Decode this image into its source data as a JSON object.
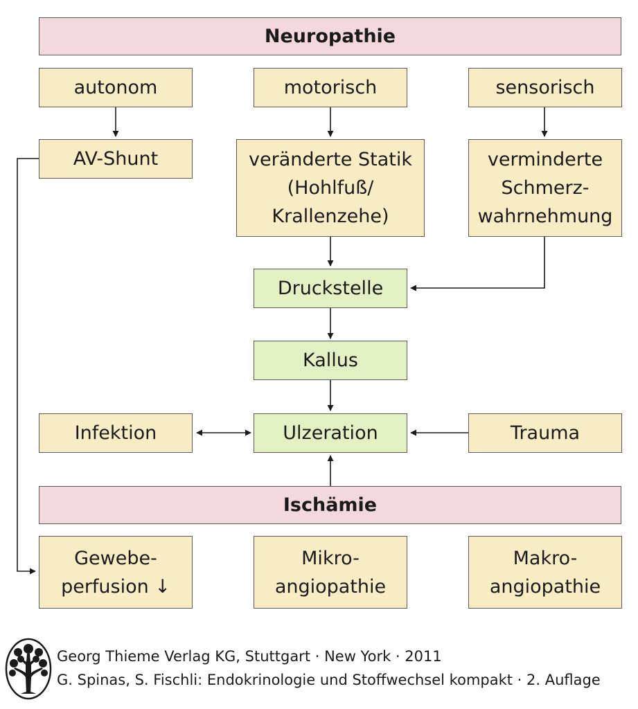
{
  "diagram": {
    "neuropathie": "Neuropathie",
    "autonom": "autonom",
    "motorisch": "motorisch",
    "sensorisch": "sensorisch",
    "av_shunt": "AV-Shunt",
    "statik": "veränderte Statik\n(Hohlfuß/\nKrallenzehe)",
    "schmerz": "verminderte\nSchmerz-\nwahrnehmung",
    "druckstelle": "Druckstelle",
    "kallus": "Kallus",
    "infektion": "Infektion",
    "ulzeration": "Ulzeration",
    "trauma": "Trauma",
    "ischaemie": "Ischämie",
    "gewebe": "Gewebe-\nperfusion ↓",
    "mikro": "Mikro-\nangiopathie",
    "makro": "Makro-\nangiopathie"
  },
  "footer": {
    "line1": "Georg Thieme Verlag KG, Stuttgart · New York · 2011",
    "line2": "G. Spinas, S. Fischli: Endokrinologie und Stoffwechsel kompakt · 2. Auflage",
    "logo_icon": "tree-icon"
  },
  "colors": {
    "box_neutral": "#f8ecc4",
    "box_green": "#e3f0c3",
    "box_header": "#f3d9de",
    "border": "#5a5a5a"
  }
}
